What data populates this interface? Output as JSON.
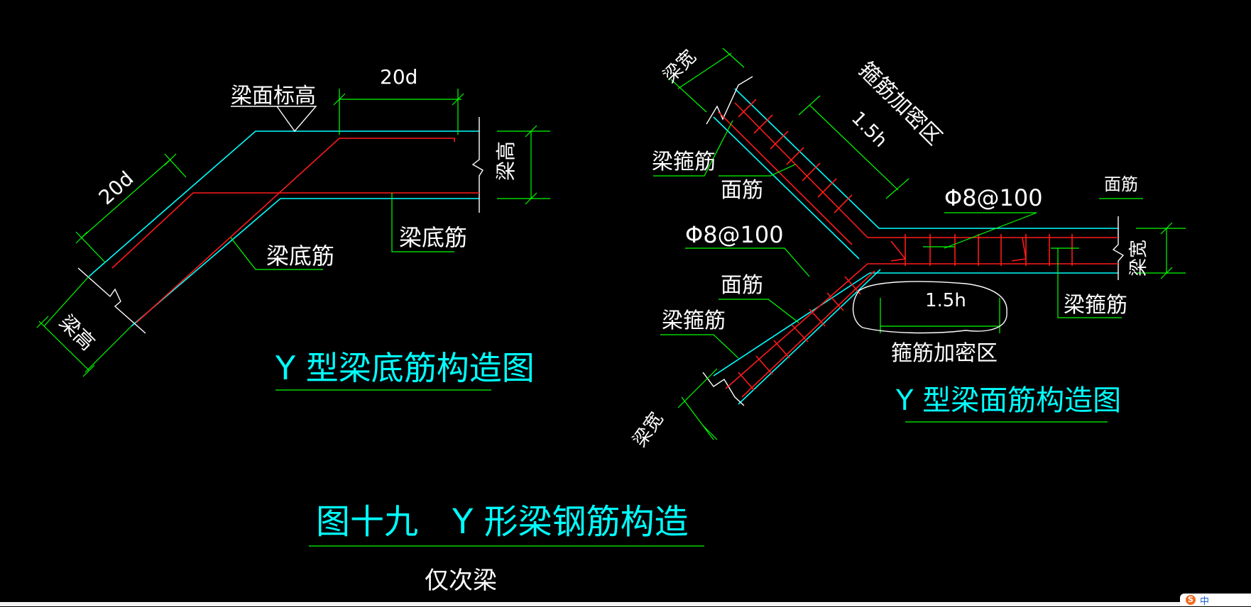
{
  "left": {
    "title": "Y 型梁底筋构造图",
    "label_top_elevation": "梁面标高",
    "dim_top": "20d",
    "dim_diag": "20d",
    "label_beam_height_right": "梁高",
    "label_beam_height_left": "梁高",
    "label_bottom_bar_1": "梁底筋",
    "label_bottom_bar_2": "梁底筋"
  },
  "right": {
    "title": "Y 型梁面筋构造图",
    "label_dense_zone_diag": "箍筋加密区",
    "dim_diag": "1.5h",
    "label_beam_width_top": "梁宽",
    "label_stirrup_top": "梁箍筋",
    "label_top_bar_1": "面筋",
    "label_stirrup_spec_1": "Φ8@100",
    "label_stirrup_spec_2": "Φ8@100",
    "label_top_bar_2": "面筋",
    "label_stirrup_bottom": "梁箍筋",
    "label_beam_width_bottom": "梁宽",
    "label_top_bar_right": "面筋",
    "label_beam_width_right": "梁宽",
    "label_stirrup_right": "梁箍筋",
    "dim_horizontal": "1.5h",
    "label_dense_zone_horizontal": "箍筋加密区"
  },
  "figure": {
    "caption": "图十九　Y 形梁钢筋构造",
    "note": "仅次梁"
  },
  "colors": {
    "background": "#000000",
    "beam_outline": "#00ffff",
    "rebar": "#ff1a1a",
    "dimension": "#00ff00",
    "text": "#ffffff",
    "title": "#00ffff"
  },
  "taskbar": {
    "ime_logo": "S",
    "ime_text": "中"
  }
}
